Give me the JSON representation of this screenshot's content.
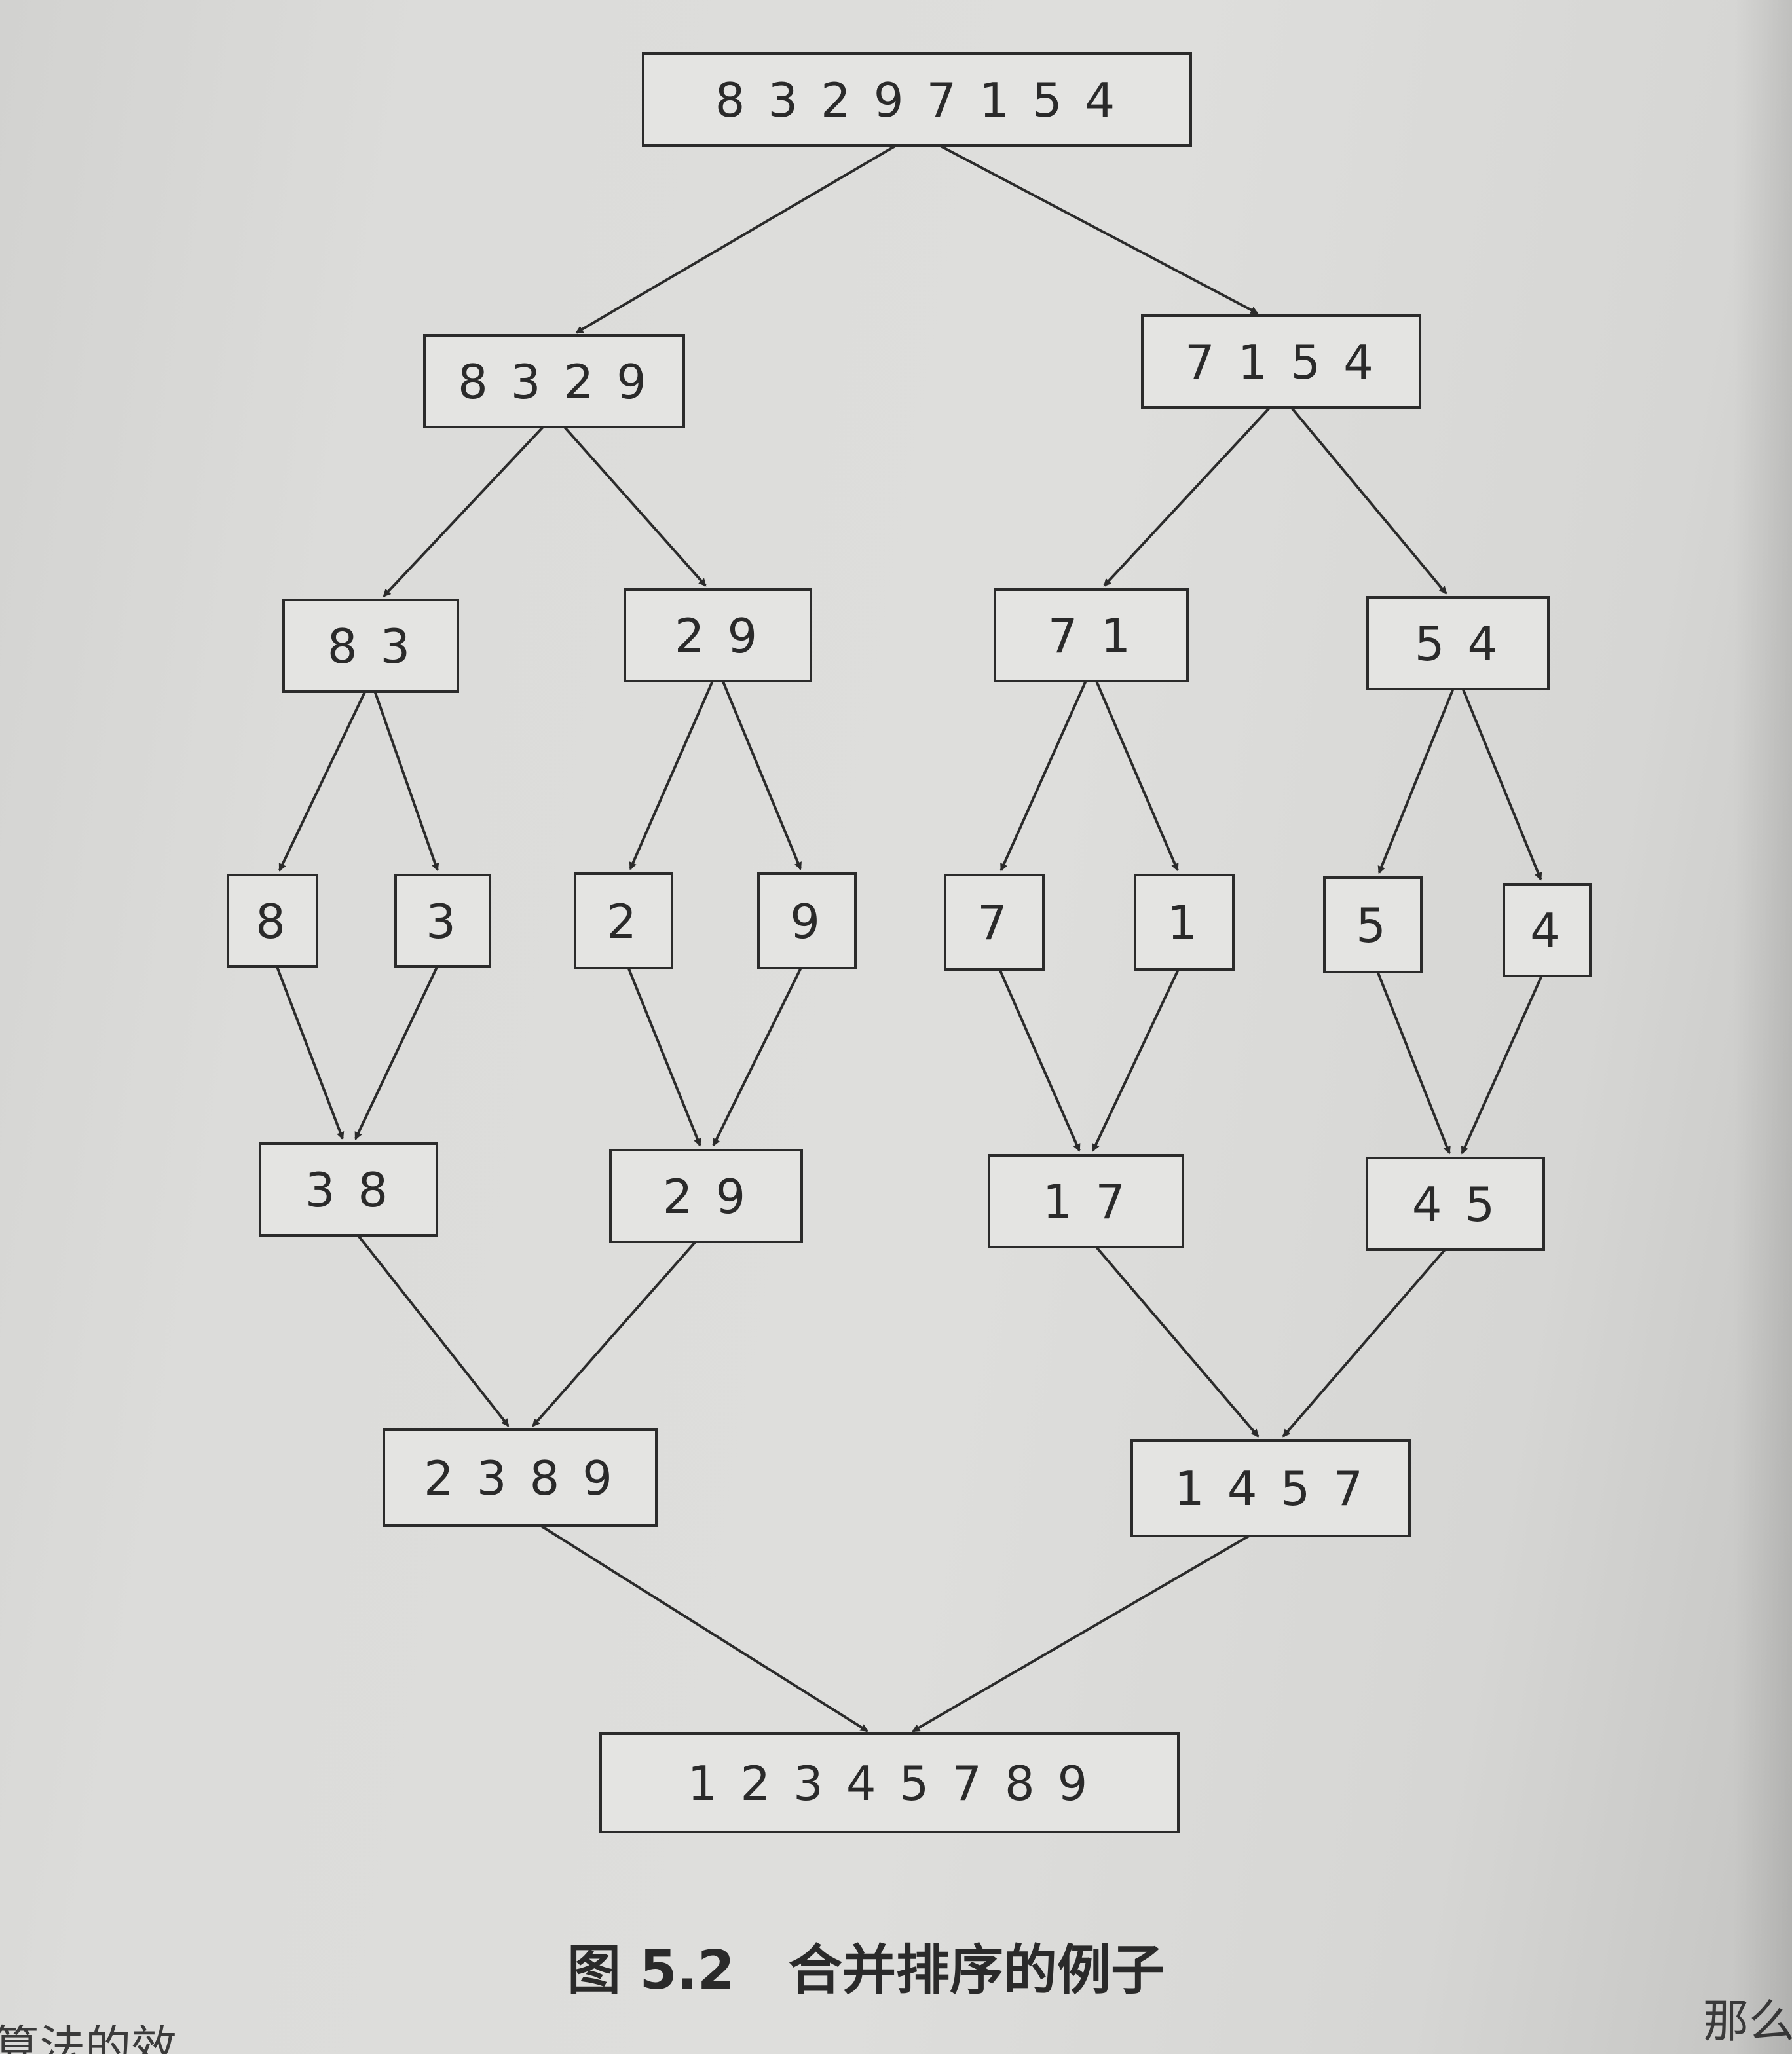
{
  "figure": {
    "label": "图 5.2",
    "caption": "合并排序的例子"
  },
  "nodes": [
    {
      "id": "n0",
      "value": "8 3 2 9 7 1 5 4"
    },
    {
      "id": "n1",
      "value": "8 3 2 9"
    },
    {
      "id": "n2",
      "value": "7 1 5 4"
    },
    {
      "id": "n3",
      "value": "8 3"
    },
    {
      "id": "n4",
      "value": "2 9"
    },
    {
      "id": "n5",
      "value": "7 1"
    },
    {
      "id": "n6",
      "value": "5 4"
    },
    {
      "id": "n7",
      "value": "8"
    },
    {
      "id": "n8",
      "value": "3"
    },
    {
      "id": "n9",
      "value": "2"
    },
    {
      "id": "n10",
      "value": "9"
    },
    {
      "id": "n11",
      "value": "7"
    },
    {
      "id": "n12",
      "value": "1"
    },
    {
      "id": "n13",
      "value": "5"
    },
    {
      "id": "n14",
      "value": "4"
    },
    {
      "id": "n15",
      "value": "3 8"
    },
    {
      "id": "n16",
      "value": "2 9"
    },
    {
      "id": "n17",
      "value": "1 7"
    },
    {
      "id": "n18",
      "value": "4 5"
    },
    {
      "id": "n19",
      "value": "2 3 8 9"
    },
    {
      "id": "n20",
      "value": "1 4 5 7"
    },
    {
      "id": "n21",
      "value": "1 2 3 4 5 7 8 9"
    }
  ],
  "edges": [
    [
      "n0",
      "n1"
    ],
    [
      "n0",
      "n2"
    ],
    [
      "n1",
      "n3"
    ],
    [
      "n1",
      "n4"
    ],
    [
      "n2",
      "n5"
    ],
    [
      "n2",
      "n6"
    ],
    [
      "n3",
      "n7"
    ],
    [
      "n3",
      "n8"
    ],
    [
      "n4",
      "n9"
    ],
    [
      "n4",
      "n10"
    ],
    [
      "n5",
      "n11"
    ],
    [
      "n5",
      "n12"
    ],
    [
      "n6",
      "n13"
    ],
    [
      "n6",
      "n14"
    ],
    [
      "n7",
      "n15"
    ],
    [
      "n8",
      "n15"
    ],
    [
      "n9",
      "n16"
    ],
    [
      "n10",
      "n16"
    ],
    [
      "n11",
      "n17"
    ],
    [
      "n12",
      "n17"
    ],
    [
      "n13",
      "n18"
    ],
    [
      "n14",
      "n18"
    ],
    [
      "n15",
      "n19"
    ],
    [
      "n16",
      "n19"
    ],
    [
      "n17",
      "n20"
    ],
    [
      "n18",
      "n20"
    ],
    [
      "n19",
      "n21"
    ],
    [
      "n20",
      "n21"
    ]
  ],
  "bleed_text": {
    "bottom_left": "算法的效",
    "bottom_right": "那么"
  }
}
